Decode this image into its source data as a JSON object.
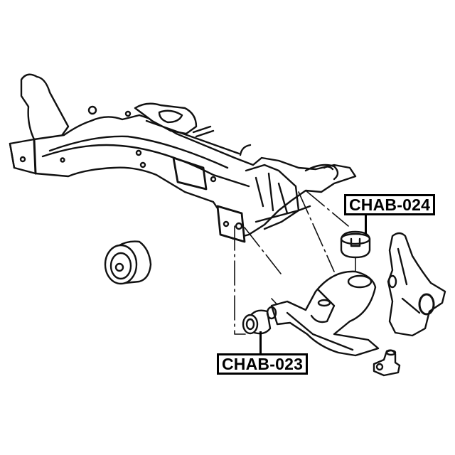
{
  "diagram": {
    "type": "exploded-parts-diagram",
    "subject": "front subframe and lower control arm assembly",
    "line_color": "#111111",
    "background": "#ffffff"
  },
  "labels": [
    {
      "id": "chab-024",
      "text": "CHAB-024",
      "part": "rear lower arm bushing (vertical)"
    },
    {
      "id": "chab-023",
      "text": "CHAB-023",
      "part": "front lower arm bushing (horizontal)"
    }
  ],
  "parts": [
    {
      "name": "front-subframe-crossmember"
    },
    {
      "name": "loose-bushing"
    },
    {
      "name": "lower-control-arm"
    },
    {
      "name": "steering-knuckle"
    },
    {
      "name": "ball-joint"
    }
  ]
}
